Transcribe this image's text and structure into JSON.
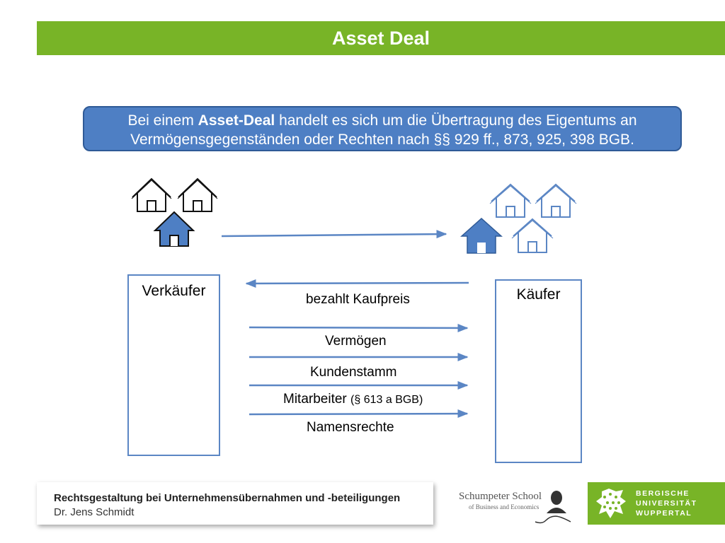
{
  "title": "Asset Deal",
  "definition": {
    "line1_pre": "Bei einem ",
    "line1_bold": "Asset-Deal",
    "line1_post": " handelt es sich um die Übertragung des Eigentums an",
    "line2": "Vermögensgegenständen oder Rechten nach §§ 929 ff., 873, 925, 398 BGB."
  },
  "seller": {
    "label": "Verkäufer"
  },
  "buyer": {
    "label": "Käufer"
  },
  "flows": {
    "payment": "bezahlt Kaufpreis",
    "assets": "Vermögen",
    "customers": "Kundenstamm",
    "employees": "Mitarbeiter",
    "employees_ref": "(§ 613 a BGB)",
    "name_rights": "Namensrechte"
  },
  "footer": {
    "course": "Rechtsgestaltung bei Unternehmensübernahmen und -beteiligungen",
    "author": "Dr. Jens Schmidt"
  },
  "school_logo": {
    "name": "Schumpeter School",
    "subtitle": "of Business and Economics"
  },
  "uni_logo": {
    "line1": "BERGISCHE",
    "line2": "UNIVERSITÄT",
    "line3": "WUPPERTAL"
  },
  "colors": {
    "green": "#78b427",
    "blue": "#4e7fc4",
    "blue_dark": "#2f5a96",
    "arrow": "#5b86c4"
  }
}
